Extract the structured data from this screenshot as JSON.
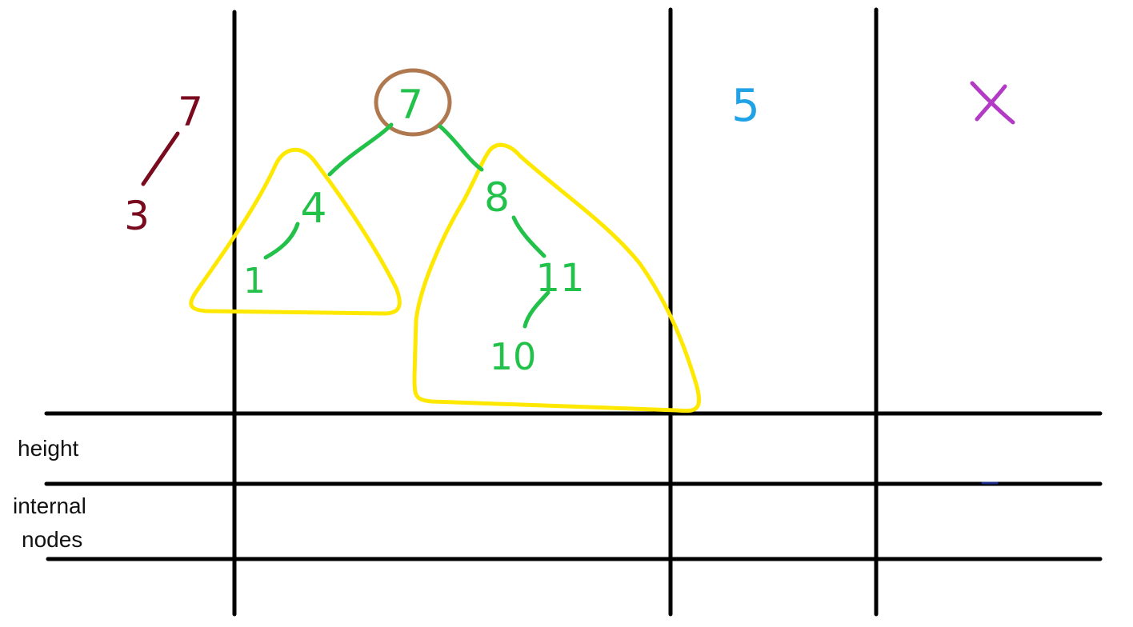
{
  "colors": {
    "grid": "#000000",
    "tree_node": "#22c24a",
    "root_circle": "#b0784f",
    "subtree_outline": "#ffe800",
    "col1": "#7a0a1e",
    "col3": "#1fa2e6",
    "col4": "#b33ac4"
  },
  "columns": {
    "col1": {
      "top": "7",
      "bottom": "3"
    },
    "col2": {
      "root": "7",
      "left_child": "4",
      "left_grandchild": "1",
      "right_child": "8",
      "right_grandchild": "11",
      "right_great_grandchild": "10"
    },
    "col3": {
      "value": "5"
    },
    "col4": {
      "value": "X"
    }
  },
  "row_labels": {
    "height": "height",
    "internal_nodes_line1": "internal",
    "internal_nodes_line2": "nodes"
  }
}
